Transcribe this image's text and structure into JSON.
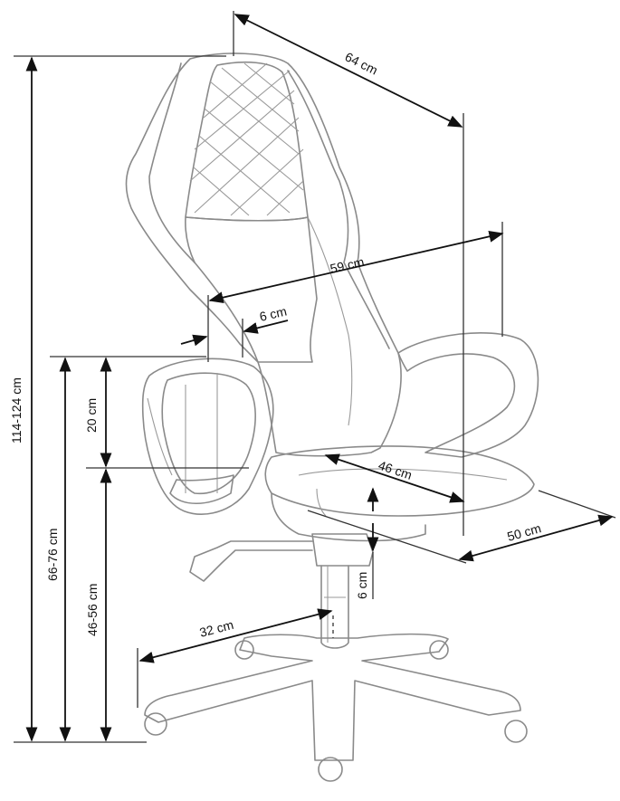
{
  "dimensions": {
    "depth_top": "64 cm",
    "width_armrests": "59 cm",
    "armrest_width": "6 cm",
    "armrest_height": "20 cm",
    "seat_width": "46 cm",
    "seat_depth": "50 cm",
    "seat_thickness": "6 cm",
    "total_height": "114-124 cm",
    "armrest_floor_height": "66-76 cm",
    "seat_height": "46-56 cm",
    "base_radius": "32 cm"
  },
  "colors": {
    "outline": "#8a8a8a",
    "dimension_lines": "#111111"
  }
}
